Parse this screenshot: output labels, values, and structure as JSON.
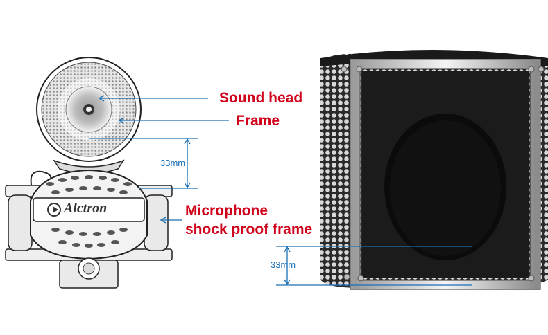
{
  "brand": {
    "logo_text": "Alctron"
  },
  "left_figure": {
    "labels": {
      "sound_head": "Sound head",
      "frame": "Frame",
      "shock_frame_line1": "Microphone",
      "shock_frame_line2": "shock proof frame"
    },
    "dimension": "33mm"
  },
  "right_figure": {
    "dimension": "33mm"
  },
  "colors": {
    "label_red": "#d0021b",
    "dimension_blue": "#1a6fb5",
    "foam": "#1b1b1b",
    "metal_frame": "#c8c8c8"
  },
  "icons": [
    "microphone-diagram-icon",
    "reflection-filter-photo-icon"
  ]
}
